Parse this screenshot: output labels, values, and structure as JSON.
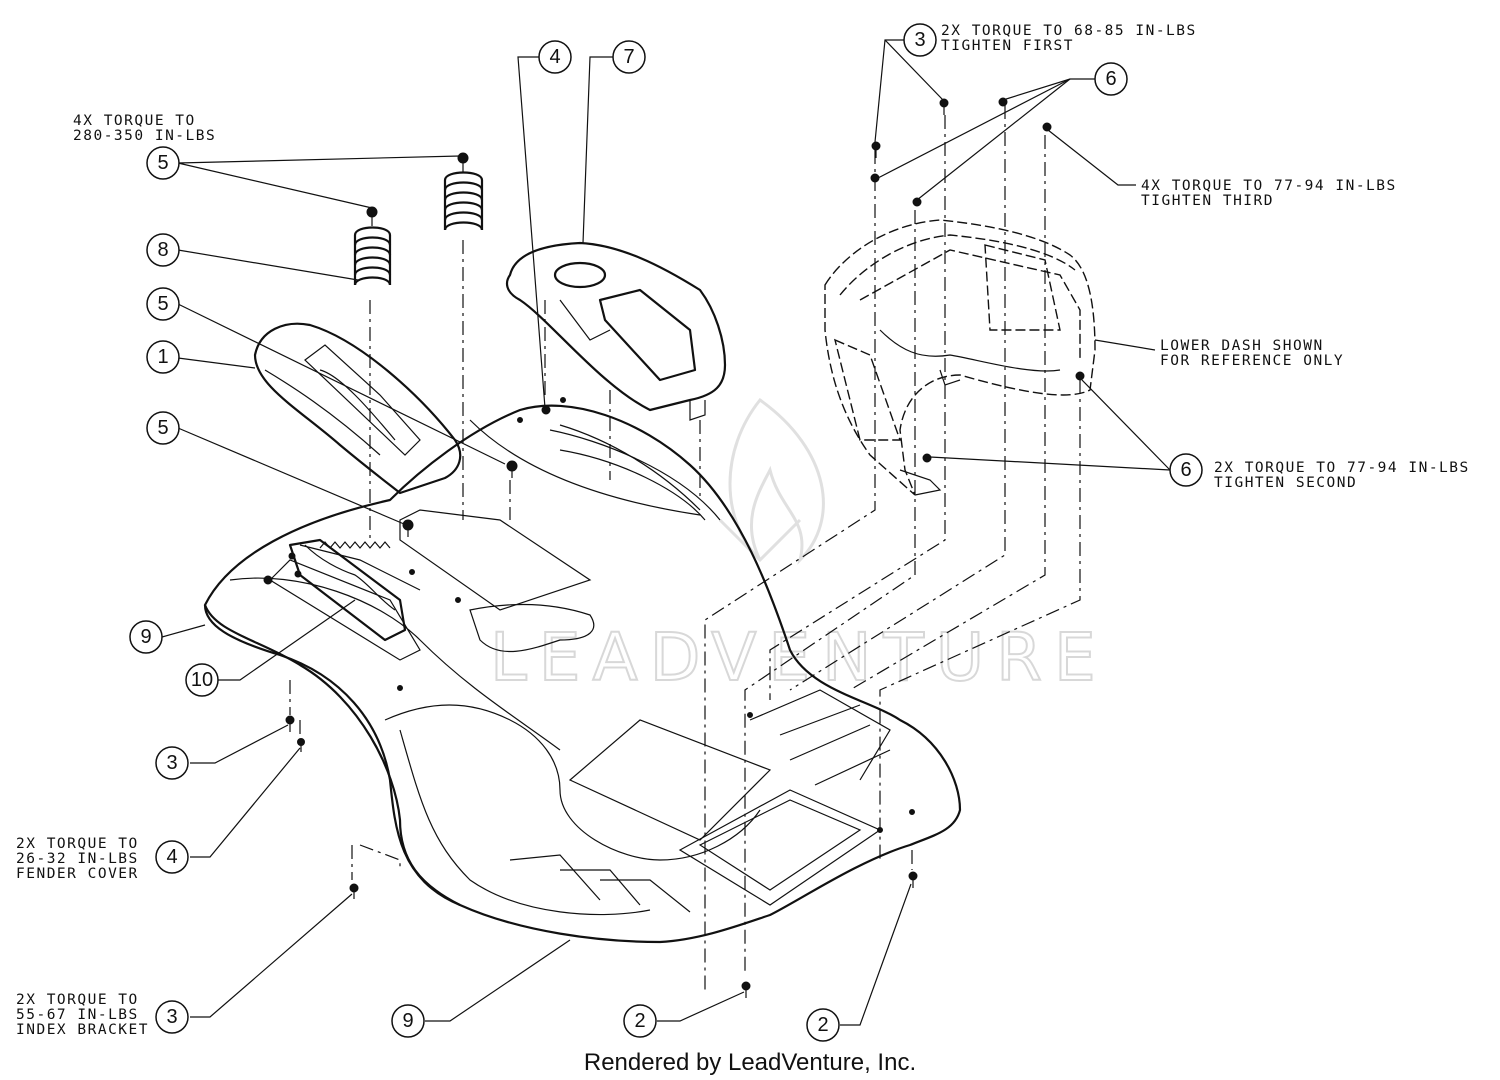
{
  "callouts": [
    {
      "id": "c-5-top",
      "label": "5"
    },
    {
      "id": "c-8",
      "label": "8"
    },
    {
      "id": "c-5-mid",
      "label": "5"
    },
    {
      "id": "c-1",
      "label": "1"
    },
    {
      "id": "c-5-low",
      "label": "5"
    },
    {
      "id": "c-4-top",
      "label": "4"
    },
    {
      "id": "c-7",
      "label": "7"
    },
    {
      "id": "c-3-top",
      "label": "3"
    },
    {
      "id": "c-6-top",
      "label": "6"
    },
    {
      "id": "c-6-low",
      "label": "6"
    },
    {
      "id": "c-9-left",
      "label": "9"
    },
    {
      "id": "c-10",
      "label": "10"
    },
    {
      "id": "c-3-left",
      "label": "3"
    },
    {
      "id": "c-4-left",
      "label": "4"
    },
    {
      "id": "c-3-bottom",
      "label": "3"
    },
    {
      "id": "c-9-bottom",
      "label": "9"
    },
    {
      "id": "c-2-left",
      "label": "2"
    },
    {
      "id": "c-2-right",
      "label": "2"
    }
  ],
  "notes": {
    "seat_springs": [
      "4X TORQUE TO",
      "280-350 IN-LBS"
    ],
    "top_bolts": [
      "2X TORQUE TO 68-85 IN-LBS",
      "TIGHTEN FIRST"
    ],
    "upper_nuts": [
      "4X TORQUE TO 77-94 IN-LBS",
      "TIGHTEN THIRD"
    ],
    "lower_dash": [
      "LOWER DASH SHOWN",
      "FOR REFERENCE ONLY"
    ],
    "lower_nuts": [
      "2X TORQUE TO 77-94 IN-LBS",
      "TIGHTEN SECOND"
    ],
    "fender_cover": [
      "2X TORQUE TO",
      "26-32 IN-LBS",
      "FENDER COVER"
    ],
    "index_bracket": [
      "2X TORQUE TO",
      "55-67 IN-LBS",
      "INDEX BRACKET"
    ]
  },
  "watermark": "LEADVENTURE",
  "credit": "Rendered by LeadVenture, Inc."
}
